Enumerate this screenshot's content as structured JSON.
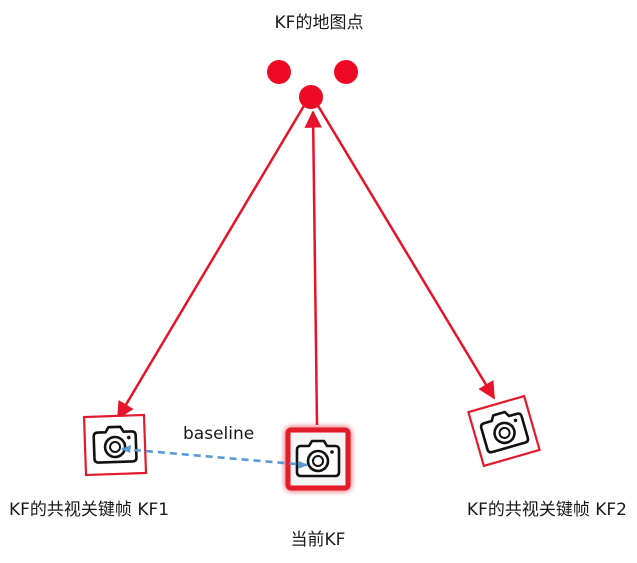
{
  "title": "KF的地图点",
  "baseline_label": "baseline",
  "keyframes": {
    "kf1_label": "KF的共视关键帧 KF1",
    "current_label": "当前KF",
    "kf2_label": "KF的共视关键帧 KF2"
  },
  "colors": {
    "map_point": "#ee0a24",
    "ray": "#e8132a",
    "baseline": "#5b9bd5",
    "frame_border": "#e21b2c",
    "camera_icon": "#111111"
  },
  "icons": [
    "camera-icon",
    "map-point"
  ]
}
